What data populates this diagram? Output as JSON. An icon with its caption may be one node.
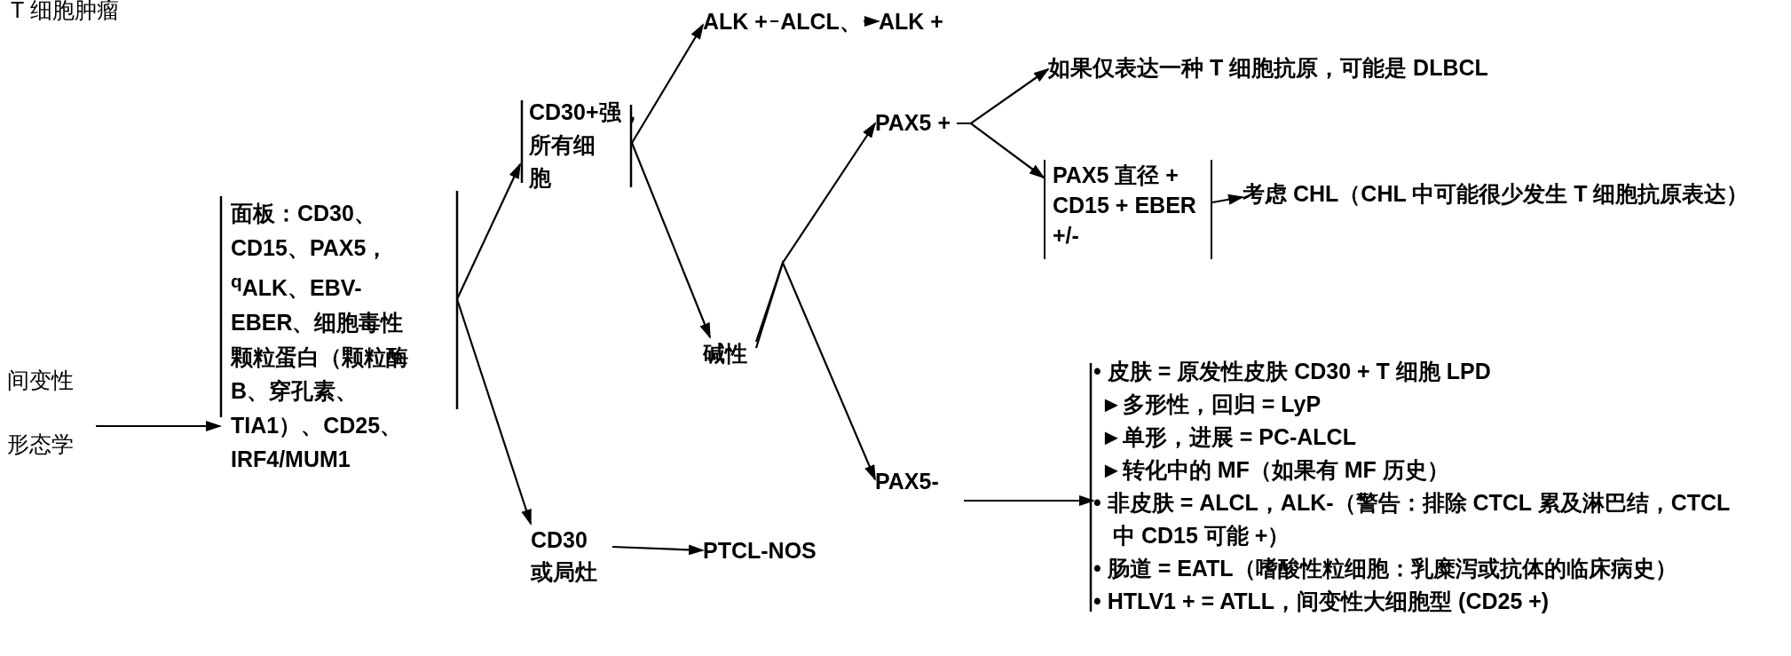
{
  "diagram": {
    "nodes": [
      {
        "text": [
          "面板：CD30、CD15、PAX5，$^{q}$ALK、EBV-EBER、细胞毒性颗粒蛋白（颗粒酶 B、穿孔素、TIA1）、CD25、IRF4/MUM1"
        ]
      },
      {
        "text": [
          "CD30+强，所有细胞"
        ]
      },
      {
        "text": [
          "CD30 或局灶"
        ]
      },
      {
        "text": [
          "ALK +"
        ]
      },
      {
        "text": [
          "ALK +"
        ]
      },
      {
        "text": [
          "碱性"
        ]
      },
      {
        "text": [
          "PAX5 +"
        ]
      },
      {
        "text": [
          "PAX5-"
        ]
      },
      {
        "text": [
          "如果仅表达一种 T 细胞抗原，可能是 DLBCL"
        ]
      },
      {
        "text": [
          "PAX5 直径 + CD15 + EBER +/-"
        ]
      },
      {
        "text": [
          "考虑 CHL（CHL 中可能很少发生 T 细胞抗原表达）"
        ]
      },
      {
        "text": [
          "PTCL-NOS"
        ]
      },
      {
        "text": [
          "• 皮肤 = 原发性皮肤 CD30 + T 细胞 LPD",
          "►多形性，回归 = LyP",
          "►单形，进展 = PC-ALCL",
          "►转化中的 MF（如果有 MF 历史）",
          "• 非皮肤 = ALCL，ALK-（警告：排除 CTCL 累及淋巴结，CTCL 中 CD15 可能 +）",
          "• 肠道 = EATL（嗜酸性粒细胞：乳糜泻或抗体的临床病史）",
          "• HTLV1 + = ATLL，间变性大细胞型 (CD25 +)"
        ]
      },
      {
        "text": [
          "间变性",
          "形态学"
        ]
      }
    ],
    "edges": [
      {
        "from": 13,
        "to": 0,
        "arrow": "to"
      },
      {
        "from": 0,
        "to": 1,
        "arrow": "to"
      },
      {
        "from": 0,
        "to": 2,
        "arrow": "to"
      },
      {
        "from": 1,
        "to": 3,
        "arrow": "to"
      },
      {
        "from": 1,
        "to": 5,
        "arrow": "to"
      },
      {
        "from": 3,
        "to": 4,
        "arrow": "to",
        "label": "ALCL、"
      },
      {
        "from": 5,
        "to": 6,
        "arrow": "to"
      },
      {
        "from": 5,
        "to": 7,
        "arrow": "to"
      },
      {
        "from": 6,
        "to": 8,
        "arrow": "to"
      },
      {
        "from": 6,
        "to": 9,
        "arrow": "to"
      },
      {
        "from": 9,
        "to": 10,
        "arrow": "to"
      },
      {
        "from": 2,
        "to": 11,
        "arrow": "to"
      },
      {
        "from": 7,
        "to": 12,
        "arrow": "to"
      }
    ],
    "labels": [
      "T 细胞肿瘤"
    ]
  }
}
